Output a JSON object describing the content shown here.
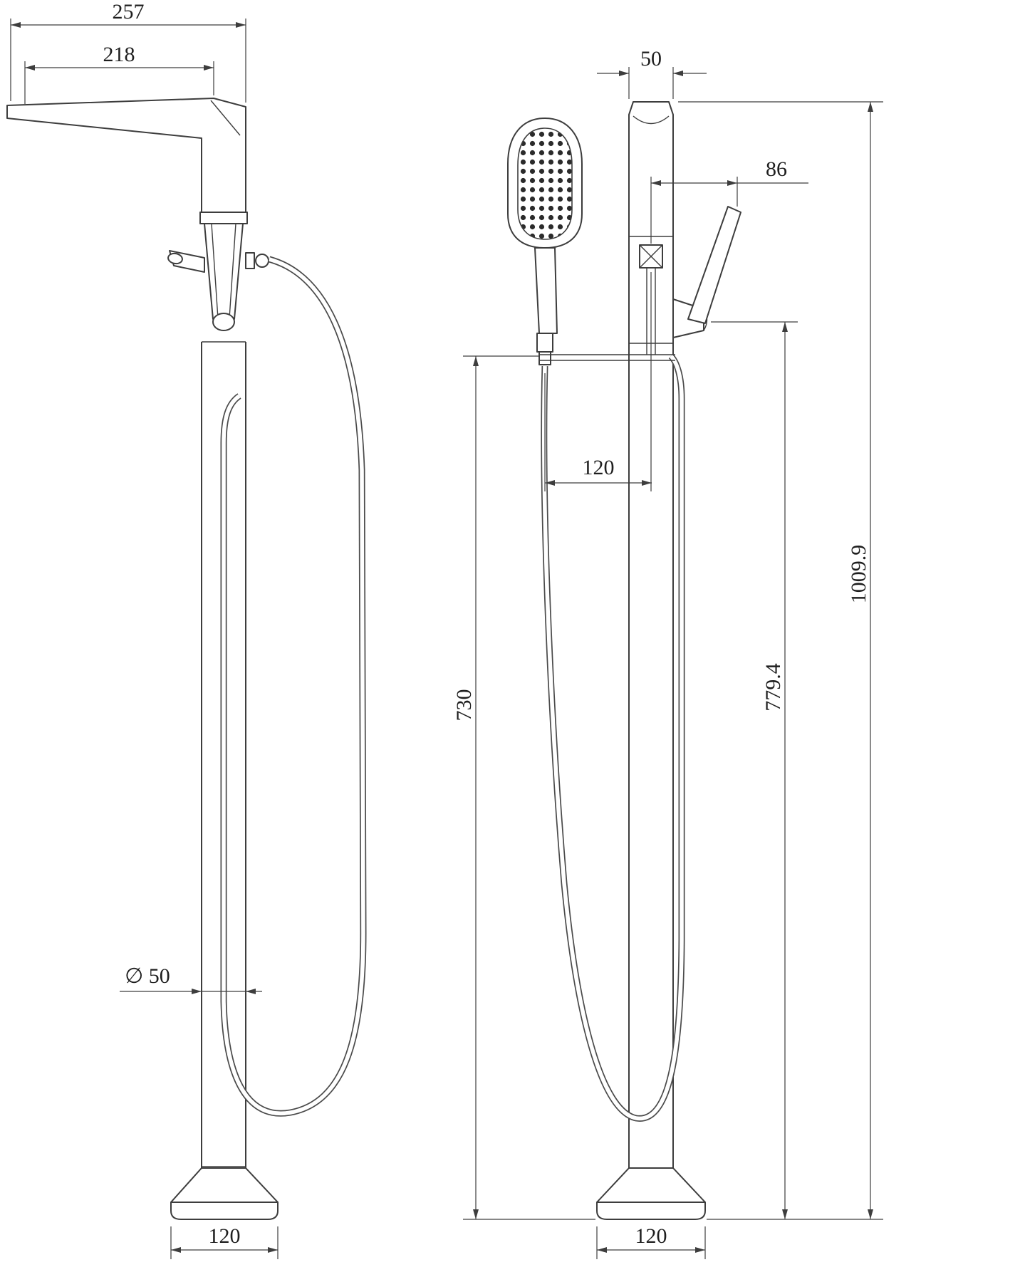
{
  "drawing": {
    "left_view": {
      "spout_overall": "257",
      "spout_reach": "218",
      "column_diameter": "∅ 50",
      "base_width": "120"
    },
    "right_view": {
      "top_width": "50",
      "handle_offset": "86",
      "hose_offset": "120",
      "spout_height": "730",
      "handle_height": "779.4",
      "overall_height": "1009.9",
      "base_width": "120"
    }
  }
}
